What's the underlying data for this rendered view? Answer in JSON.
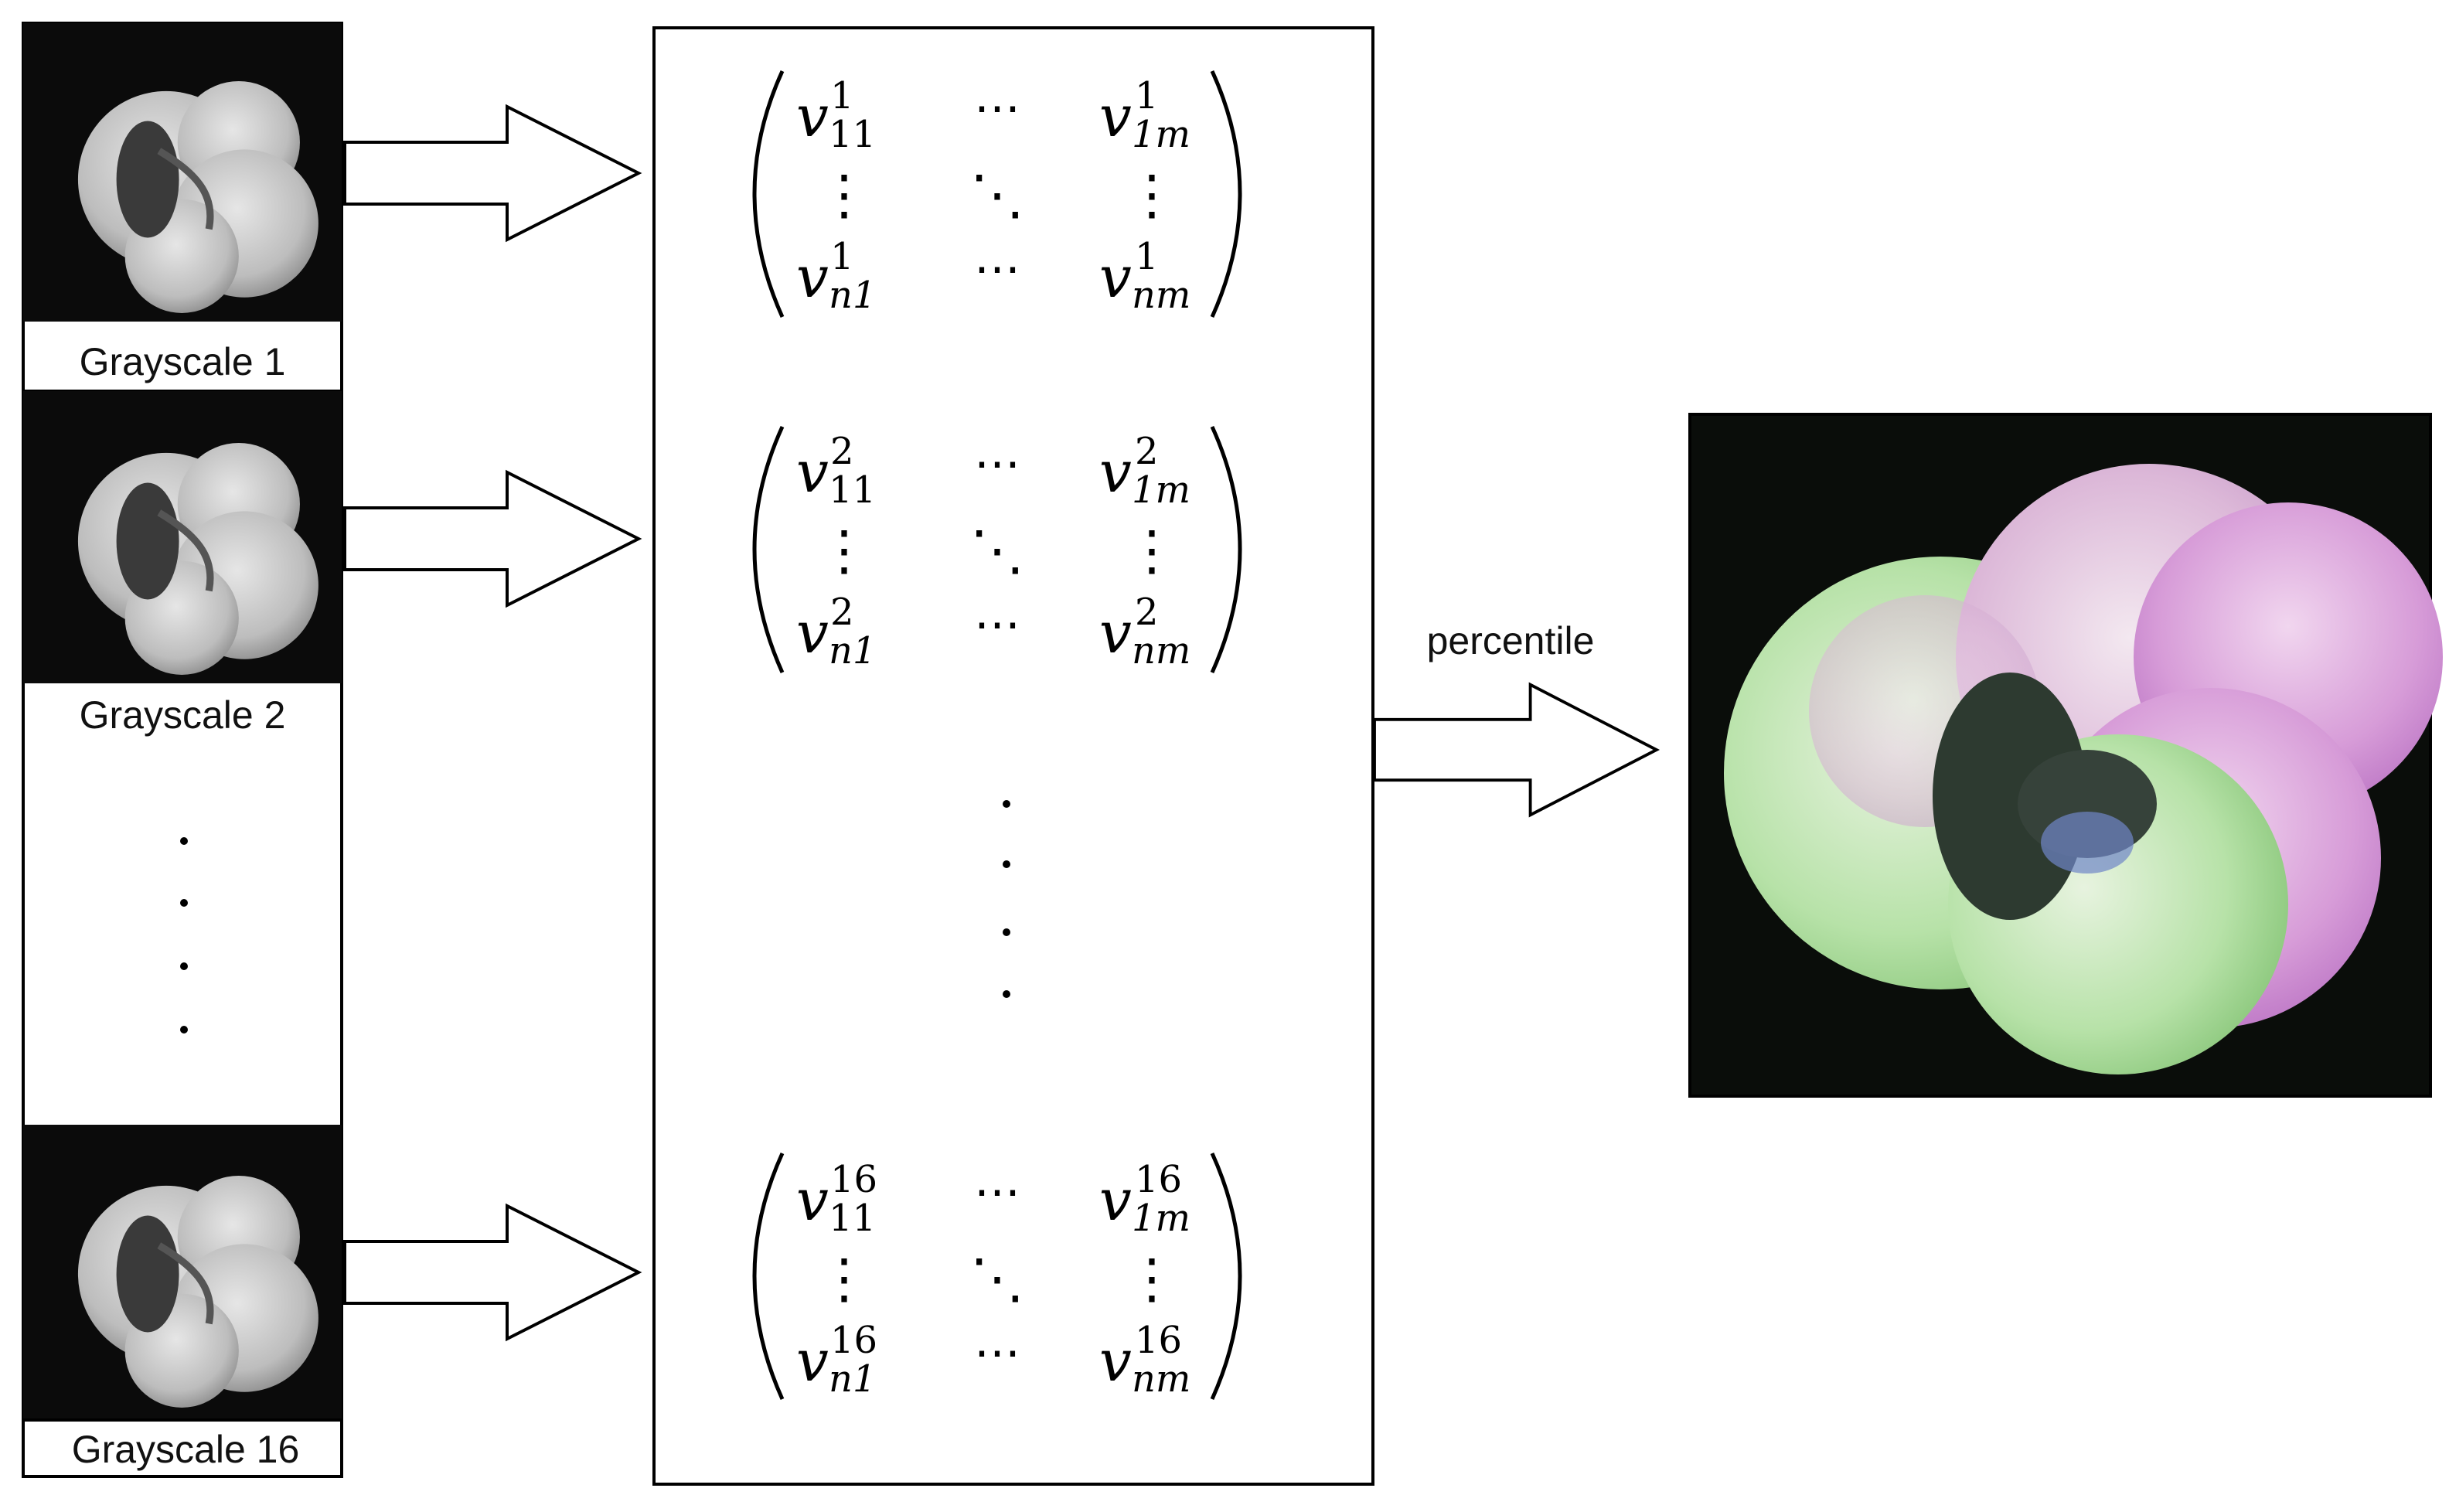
{
  "left_column": {
    "images": [
      {
        "caption": "Grayscale 1"
      },
      {
        "caption": "Grayscale 2"
      },
      {
        "caption": "Grayscale 16"
      }
    ]
  },
  "matrices": [
    {
      "superscript": "1",
      "entries": {
        "r1c1": "11",
        "r1c3": "1m",
        "r3c1": "n1",
        "r3c3": "nm"
      },
      "base": "v",
      "hdots": "⋯",
      "vdots": "⋮",
      "ddots": "⋱"
    },
    {
      "superscript": "2",
      "entries": {
        "r1c1": "11",
        "r1c3": "1m",
        "r3c1": "n1",
        "r3c3": "nm"
      },
      "base": "v",
      "hdots": "⋯",
      "vdots": "⋮",
      "ddots": "⋱"
    },
    {
      "superscript": "16",
      "entries": {
        "r1c1": "11",
        "r1c3": "1m",
        "r3c1": "n1",
        "r3c3": "nm"
      },
      "base": "v",
      "hdots": "⋯",
      "vdots": "⋮",
      "ddots": "⋱"
    }
  ],
  "arrow_label": "percentile",
  "colors": {
    "stroke": "#000000",
    "image_background": "#0a0a0a",
    "shell_gray": "#cfcfcf",
    "shell_green": "#a6e39a",
    "shell_magenta": "#d68ed9"
  }
}
